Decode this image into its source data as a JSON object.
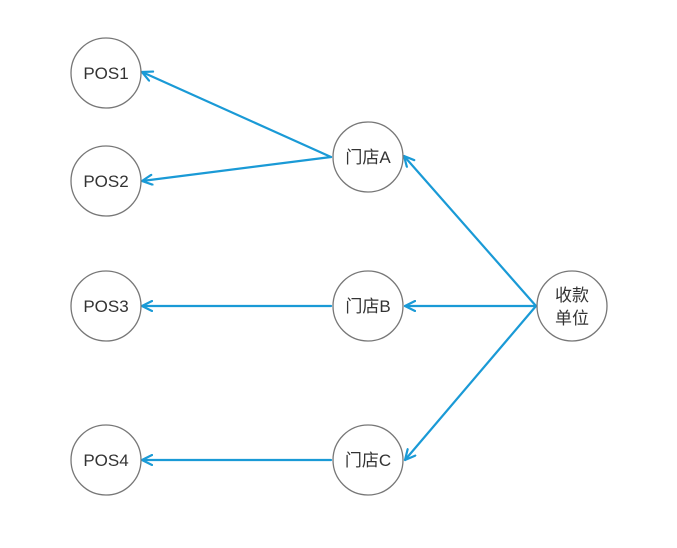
{
  "colors": {
    "arrow": "#1a9ad6",
    "node_border": "#777777",
    "node_fill": "#ffffff",
    "text": "#333333"
  },
  "nodes": {
    "pos1": {
      "label": "POS1"
    },
    "pos2": {
      "label": "POS2"
    },
    "pos3": {
      "label": "POS3"
    },
    "pos4": {
      "label": "POS4"
    },
    "store_a": {
      "label": "门店A"
    },
    "store_b": {
      "label": "门店B"
    },
    "store_c": {
      "label": "门店C"
    },
    "payee": {
      "label_line1": "收款",
      "label_line2": "单位"
    }
  },
  "edges": [
    {
      "from": "payee",
      "to": "store_a"
    },
    {
      "from": "payee",
      "to": "store_b"
    },
    {
      "from": "payee",
      "to": "store_c"
    },
    {
      "from": "store_a",
      "to": "pos1"
    },
    {
      "from": "store_a",
      "to": "pos2"
    },
    {
      "from": "store_b",
      "to": "pos3"
    },
    {
      "from": "store_c",
      "to": "pos4"
    }
  ]
}
